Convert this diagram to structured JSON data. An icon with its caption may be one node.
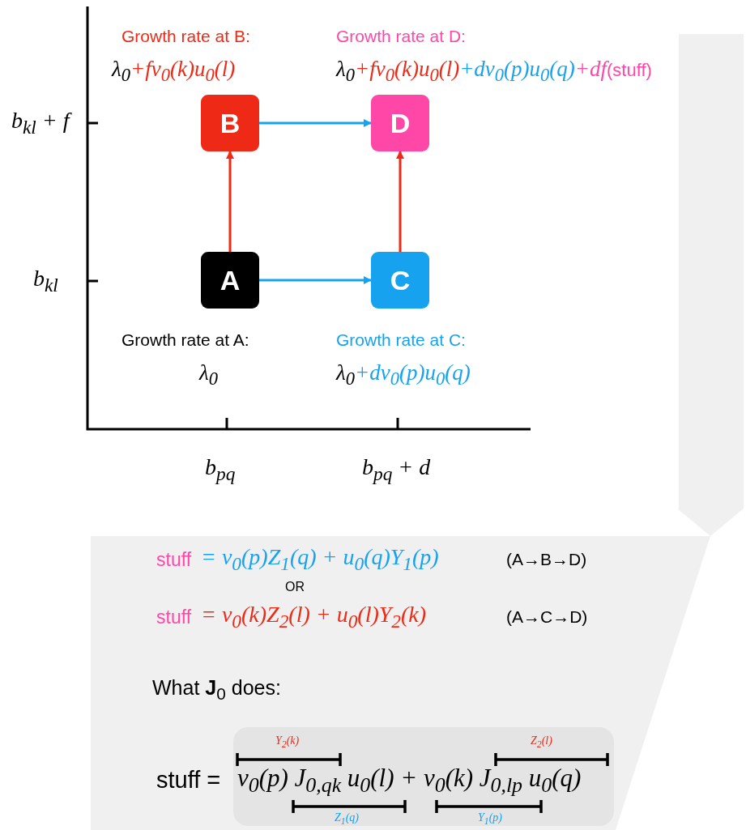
{
  "diagram": {
    "nodes": [
      {
        "text": [
          "B"
        ],
        "beside": [
          "Growth rate at B:",
          "λ$_{0}$",
          "+fv$_{0}$(k)u$_{0}$(l)"
        ]
      },
      {
        "text": [
          "D"
        ],
        "beside": [
          "Growth rate at D:",
          "λ$_{0}$",
          "+fv$_{0}$(k)u$_{0}$(l)",
          "+dv$_{0}$(p)u$_{0}$(q)",
          "+df",
          "(stuff)"
        ]
      },
      {
        "text": [
          "A"
        ],
        "beside": [
          "Growth rate at A:",
          "λ$_{0}$"
        ]
      },
      {
        "text": [
          "C"
        ],
        "beside": [
          "Growth rate at C:",
          "λ$_{0}$",
          "+dv$_{0}$(p)u$_{0}$(q)"
        ]
      }
    ],
    "edges": [
      {
        "from": 2,
        "to": 0,
        "arrow": "to",
        "color": "#ee2a16"
      },
      {
        "from": 2,
        "to": 3,
        "arrow": "to",
        "color": "#17a2f0"
      },
      {
        "from": 0,
        "to": 1,
        "arrow": "to",
        "color": "#17a2f0"
      },
      {
        "from": 3,
        "to": 1,
        "arrow": "to",
        "color": "#ee2a16"
      }
    ],
    "labels": [
      "b$_{kl}$ + f",
      "b$_{kl}$",
      "b$_{pq}$",
      "b$_{pq}$ + d",
      "stuff",
      "= v$_{0}$(p)Z$_{1}$(q) + u$_{0}$(q)Y$_{1}$(p)",
      "(A→B→D)",
      "OR",
      "stuff",
      "= v$_{0}$(k)Z$_{2}$(l) + u$_{0}$(l)Y$_{2}$(k)",
      "(A→C→D)",
      "What **J**$_{0}$ does:",
      "Y$_{2}$(k)",
      "Z$_{2}$(l)",
      "stuff =",
      "v$_{0}$(p) J$_{0,qk}$ u$_{0}$(l) + v$_{0}$(k) J$_{0,lp}$ u$_{0}$(q)",
      "Z$_{1}$(q)",
      "Y$_{1}$(p)"
    ]
  }
}
